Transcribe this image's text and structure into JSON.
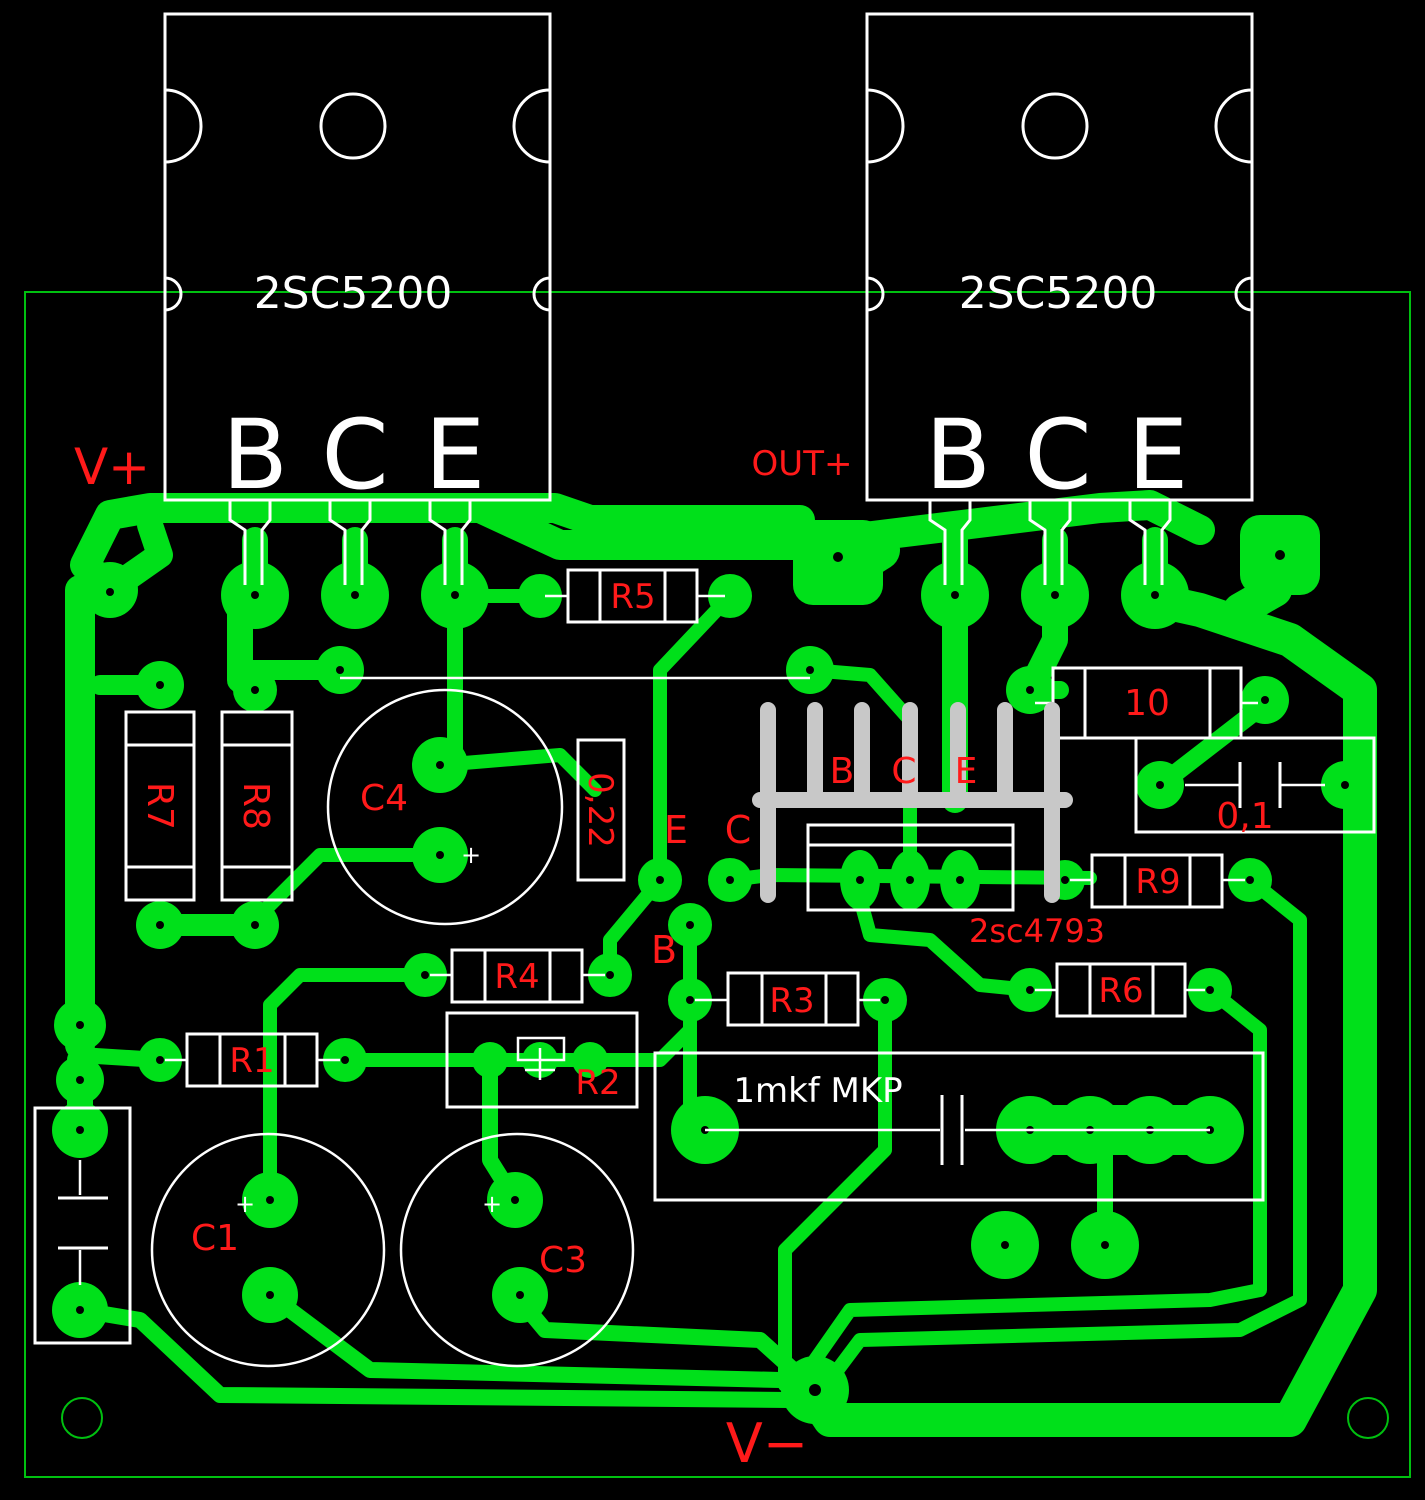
{
  "colors": {
    "background": "#000000",
    "copper": "#00e01a",
    "silkscreen": "#ffffff",
    "labels": "#ff1a1a",
    "heatsink": "#c8c8c8",
    "outline": "#00c010"
  },
  "transistors": {
    "left": {
      "part": "2SC5200",
      "pins": [
        "B",
        "C",
        "E"
      ]
    },
    "right": {
      "part": "2SC5200",
      "pins": [
        "B",
        "C",
        "E"
      ]
    },
    "driver": {
      "part": "2sc4793",
      "pins": [
        "B",
        "C",
        "E"
      ]
    }
  },
  "nets": {
    "vplus": "V+",
    "vminus": "V−",
    "out_plus": "OUT+"
  },
  "test_points": {
    "e": "E",
    "c": "C",
    "b": "B"
  },
  "components": {
    "r1": "R1",
    "r2": "R2",
    "r3": "R3",
    "r4": "R4",
    "r5": "R5",
    "r6": "R6",
    "r7": "R7",
    "r8": "R8",
    "r9": "R9",
    "r10": "10",
    "r_022": "0,22",
    "c01": "0,1",
    "c1": "C1",
    "c3": "C3",
    "c4": "C4",
    "mkp": "1mkf MKP",
    "plus": "+"
  }
}
